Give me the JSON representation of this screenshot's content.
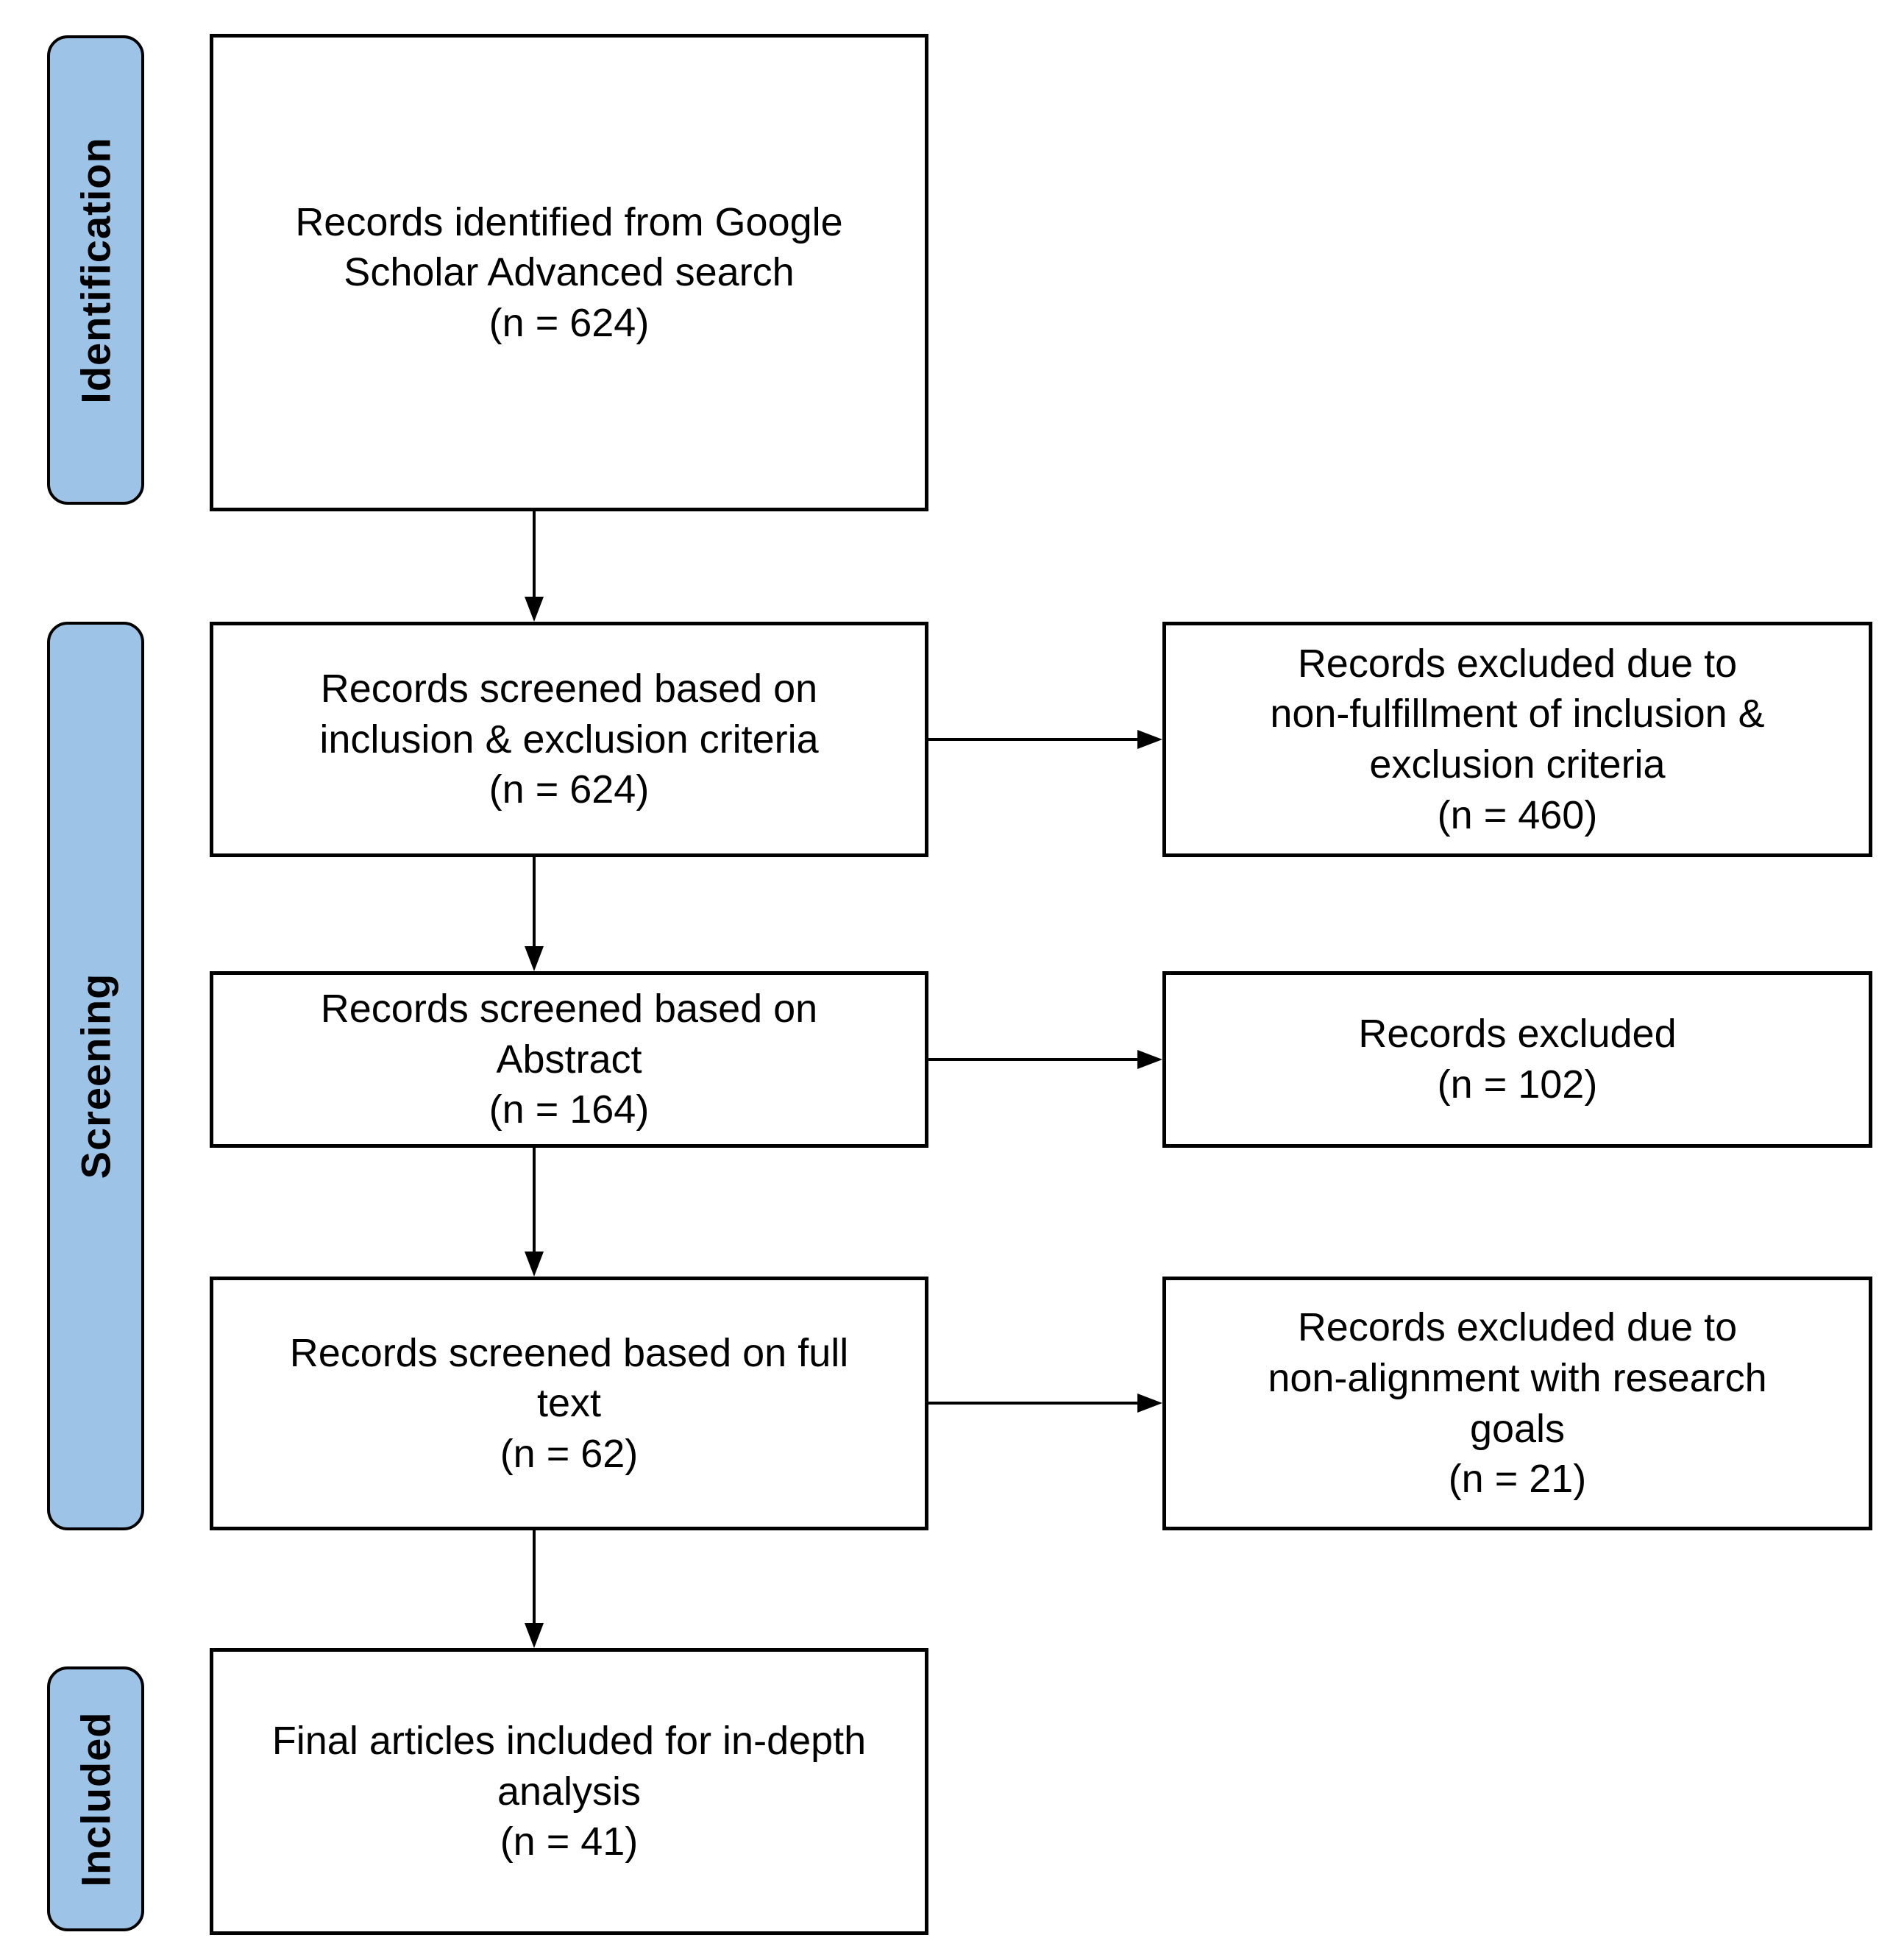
{
  "diagram_type": "PRISMA literature screening flow diagram",
  "stages": [
    {
      "label": "Identification"
    },
    {
      "label": "Screening"
    },
    {
      "label": "Included"
    }
  ],
  "main_flow": [
    {
      "lines": [
        "Records identified from Google",
        "Scholar Advanced search",
        "(n = 624)"
      ]
    },
    {
      "lines": [
        "Records screened based on",
        "inclusion & exclusion criteria",
        "(n = 624)"
      ]
    },
    {
      "lines": [
        "Records screened based on",
        "Abstract",
        "(n = 164)"
      ]
    },
    {
      "lines": [
        "Records screened based on full",
        "text",
        "(n = 62)"
      ]
    },
    {
      "lines": [
        "Final articles included for in-depth",
        "analysis",
        "(n = 41)"
      ]
    }
  ],
  "exclusions": [
    {
      "lines": [
        "Records excluded due to",
        "non-fulfillment of inclusion &",
        "exclusion criteria",
        "(n = 460)"
      ]
    },
    {
      "lines": [
        "Records excluded",
        "(n = 102)"
      ]
    },
    {
      "lines": [
        "Records excluded due to",
        "non-alignment with research",
        "goals",
        "(n = 21)"
      ]
    }
  ],
  "colors": {
    "stage_fill": "#9DC3E6",
    "stage_border": "#000000",
    "box_fill": "#FFFFFF",
    "box_border": "#000000",
    "arrow": "#000000",
    "background": "#FFFFFF"
  }
}
